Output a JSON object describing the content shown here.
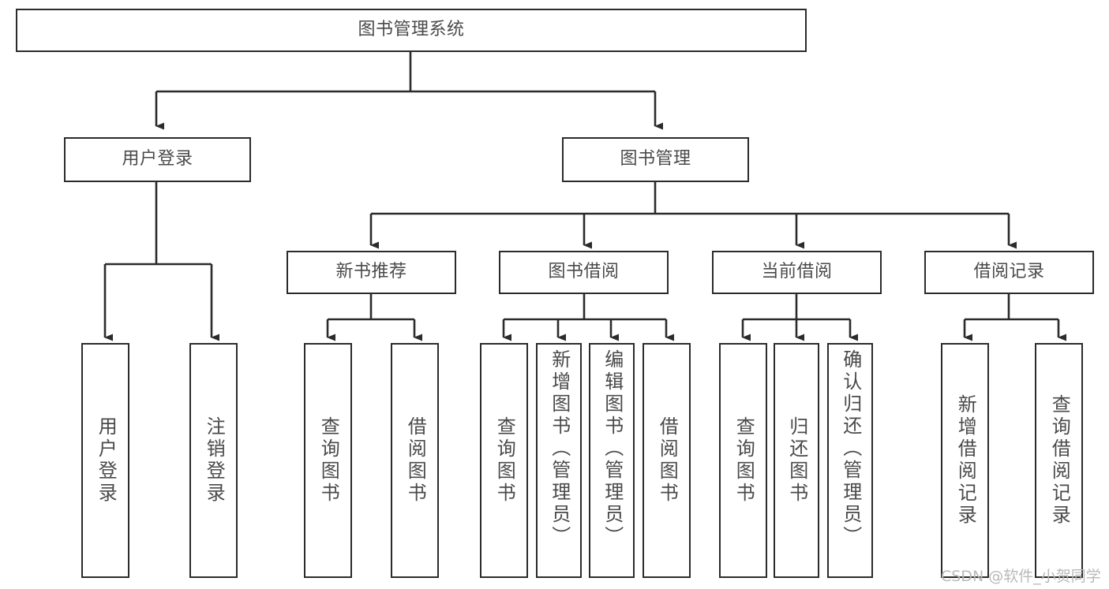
{
  "diagram": {
    "title": "图书管理系统",
    "type": "tree-hierarchy-chart",
    "orientation": "top-down",
    "colors": {
      "box_border": "#2b2b2b",
      "box_fill": "#ffffff",
      "text": "#4a4a4a",
      "edge": "#2b2b2b",
      "watermark": "#b9b9b9",
      "background": "#ffffff"
    }
  },
  "root": {
    "label": "图书管理系统"
  },
  "level2": [
    {
      "label": "用户登录"
    },
    {
      "label": "图书管理"
    }
  ],
  "level3": [
    {
      "label": "新书推荐"
    },
    {
      "label": "图书借阅"
    },
    {
      "label": "当前借阅"
    },
    {
      "label": "借阅记录"
    }
  ],
  "leaves": {
    "user_login": [
      {
        "label": "用户登录"
      },
      {
        "label": "注销登录"
      }
    ],
    "new_book_recommend": [
      {
        "label": "查询图书"
      },
      {
        "label": "借阅图书"
      }
    ],
    "book_borrow": [
      {
        "label": "查询图书"
      },
      {
        "label": "新增图书（管理员）"
      },
      {
        "label": "编辑图书（管理员）"
      },
      {
        "label": "借阅图书"
      }
    ],
    "current_borrow": [
      {
        "label": "查询图书"
      },
      {
        "label": "归还图书"
      },
      {
        "label": "确认归还（管理员）"
      }
    ],
    "borrow_record": [
      {
        "label": "新增借阅记录"
      },
      {
        "label": "查询借阅记录"
      }
    ]
  },
  "watermark": {
    "text": "CSDN @软件_小贺同学"
  }
}
